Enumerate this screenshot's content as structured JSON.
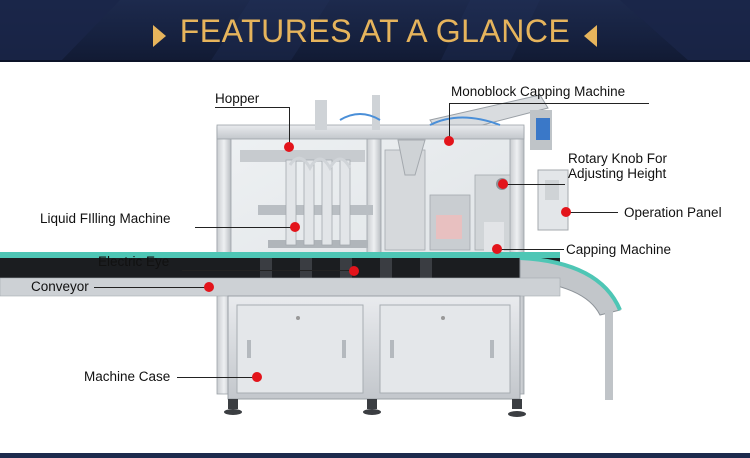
{
  "header": {
    "title": "FEATURES AT A GLANCE"
  },
  "colors": {
    "banner_bg": "#16213f",
    "title_gold": "#e6b45c",
    "dot_red": "#e3141b",
    "conveyor_teal": "#4ec6b5"
  },
  "labels": {
    "hopper": "Hopper",
    "monoblock": "Monoblock Capping Machine",
    "rotary_knob": "Rotary Knob For Adjusting Height",
    "operation_panel": "Operation Panel",
    "liquid_filling": "Liquid FIlling Machine",
    "capping_machine": "Capping Machine",
    "electric_eye": "Electric Eye",
    "conveyor": "Conveyor",
    "machine_case": "Machine Case"
  }
}
